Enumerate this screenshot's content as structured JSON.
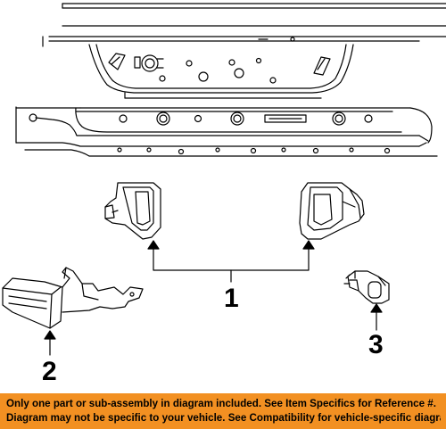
{
  "callouts": {
    "part1": "1",
    "part2": "2",
    "part3": "3"
  },
  "disclaimer": {
    "line1": "Only one part or sub-assembly in diagram included. See Item Specifics for Reference #.",
    "line2": "Diagram may not be specific to your vehicle. See Compatibility for vehicle-specific diagrams."
  },
  "colors": {
    "banner_background": "#f29022",
    "line_art": "#000000",
    "background": "#ffffff"
  }
}
